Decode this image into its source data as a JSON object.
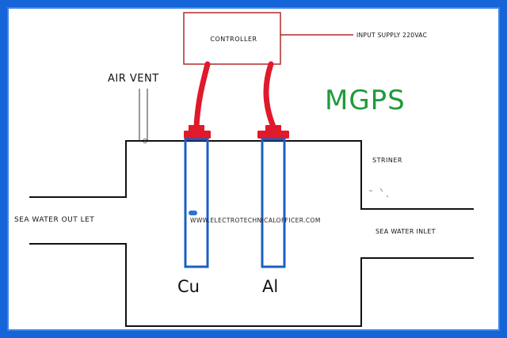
{
  "labels": {
    "controller": "CONTROLLER",
    "input_supply": "INPUT SUPPLY 220VAC",
    "title": "MGPS",
    "air_vent": "AIR VENT",
    "striner": "STRINER",
    "sea_water_outlet": "SEA WATER OUT LET",
    "sea_water_inlet": "SEA WATER INLET",
    "watermark": "WWW.ELECTROTECHNICALOFFICER.COM",
    "anode_cu": "Cu",
    "anode_al": "Al"
  },
  "colors": {
    "frame": "#1565d8",
    "outline": "#111111",
    "controller_box": "#b02a2a",
    "cables": "#e0192b",
    "anodes": "#1c5fc4",
    "title": "#1f9a3a"
  }
}
